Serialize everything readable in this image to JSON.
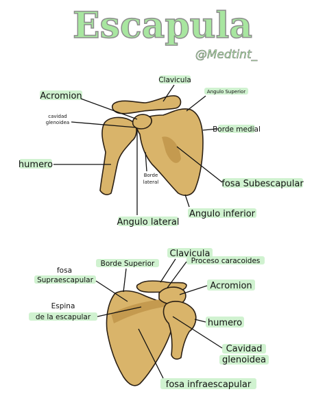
{
  "title": "Escapula",
  "handle": "@Medtint_",
  "colors": {
    "title_fill": "#a8e6a0",
    "bone": "#d9b46a",
    "bone_shade": "#c49a4f",
    "label_highlight": "#c8f0c8",
    "outline": "#2a1f14"
  },
  "anterior": {
    "labels": {
      "clavicula": "Clavicula",
      "acromion": "Acromion",
      "angulo_superior": "Angulo Superior",
      "cavidad_glenoidea_1": "cavidad",
      "cavidad_glenoidea_2": "glenoidea",
      "borde_medial": "Borde medial",
      "humero": "humero",
      "borde_lateral_1": "Borde",
      "borde_lateral_2": "lateral",
      "fosa_subescapular": "fosa Subescapular",
      "angulo_inferior": "Angulo inferior",
      "angulo_lateral": "Angulo lateral"
    }
  },
  "posterior": {
    "labels": {
      "clavicula": "Clavicula",
      "borde_superior": "Borde Superior",
      "proceso_coracoides": "Proceso caracoides",
      "fosa_supraespinosa_1": "fosa",
      "fosa_supraespinosa_2": "Supraescapular",
      "acromion": "Acromion",
      "espina_1": "Espina",
      "espina_2": "de la escapular",
      "humero": "humero",
      "cavidad_1": "Cavidad",
      "cavidad_2": "glenoidea",
      "fosa_infraespinosa": "fosa infraescapular"
    }
  }
}
